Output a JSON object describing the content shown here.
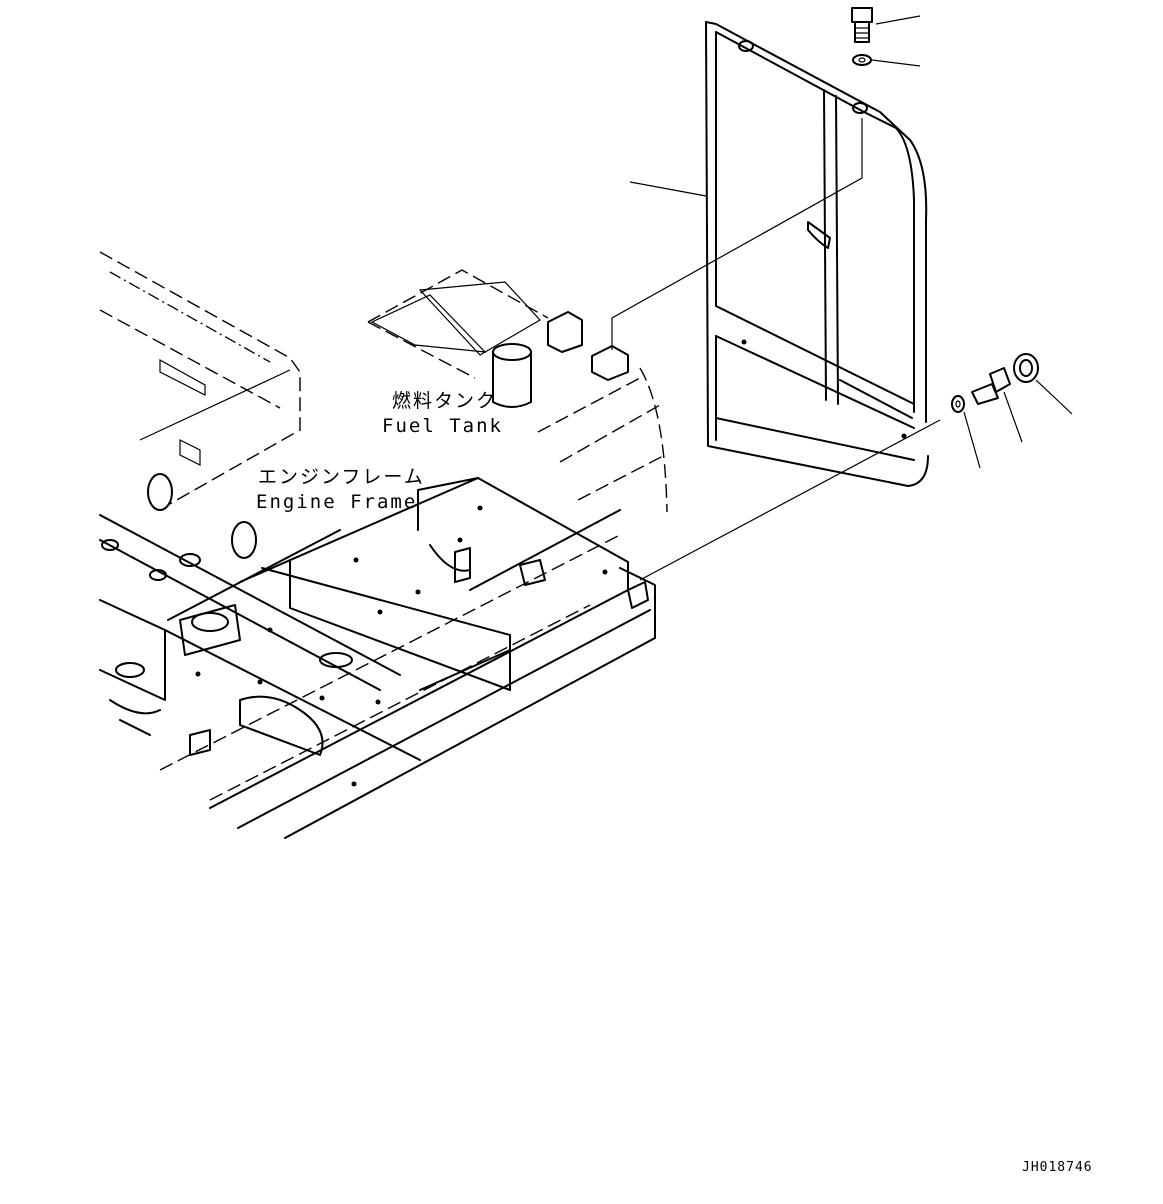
{
  "labels": {
    "fuel_tank_jp": "燃料タンク",
    "fuel_tank_en": "Fuel Tank",
    "engine_frame_jp": "エンジンフレーム",
    "engine_frame_en": "Engine Frame"
  },
  "drawing_code": "JH018746"
}
